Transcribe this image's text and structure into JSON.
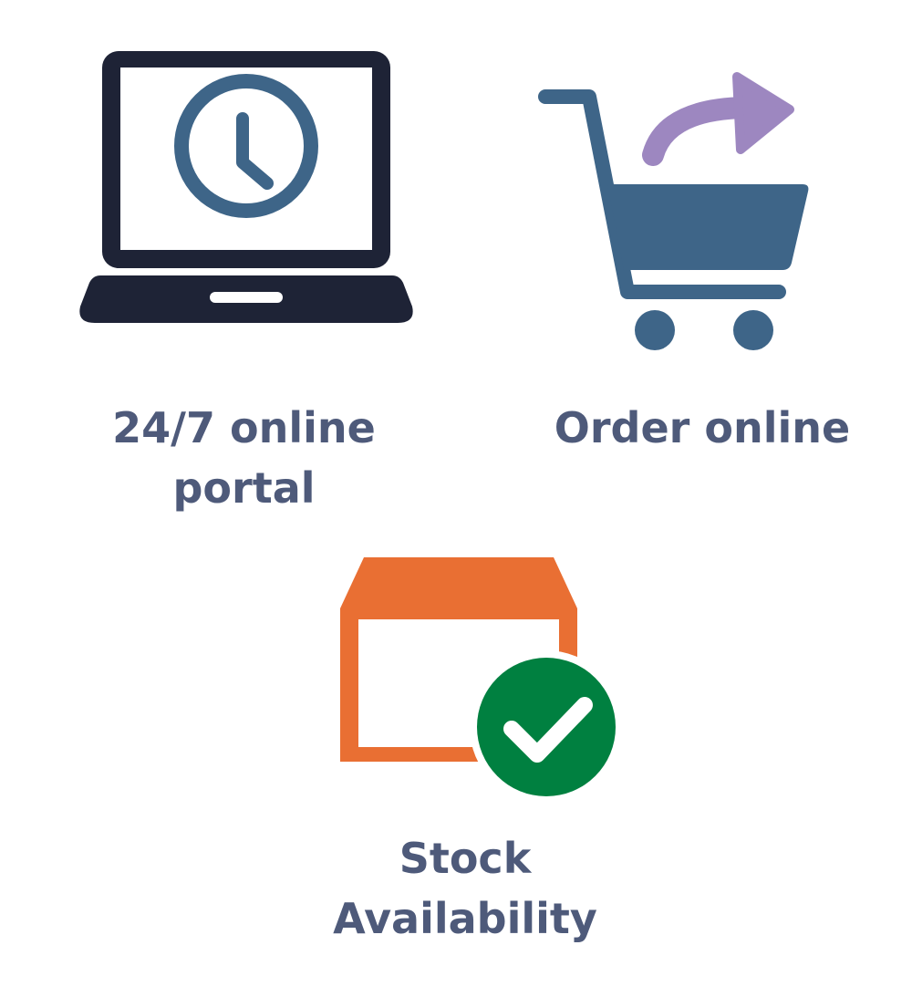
{
  "colors": {
    "laptop": "#1e2336",
    "clock": "#3e6588",
    "cart": "#3e6588",
    "arrow": "#9d87c0",
    "box": "#e96f33",
    "check_circle": "#008040",
    "label_text": "#4e5a7a"
  },
  "features": [
    {
      "icon": "laptop-clock-icon",
      "label_lines": [
        "24/7 online",
        "portal"
      ]
    },
    {
      "icon": "shopping-cart-arrow-icon",
      "label_lines": [
        "Order online"
      ]
    },
    {
      "icon": "box-checkmark-icon",
      "label_lines": [
        "Stock",
        "Availability"
      ]
    }
  ]
}
